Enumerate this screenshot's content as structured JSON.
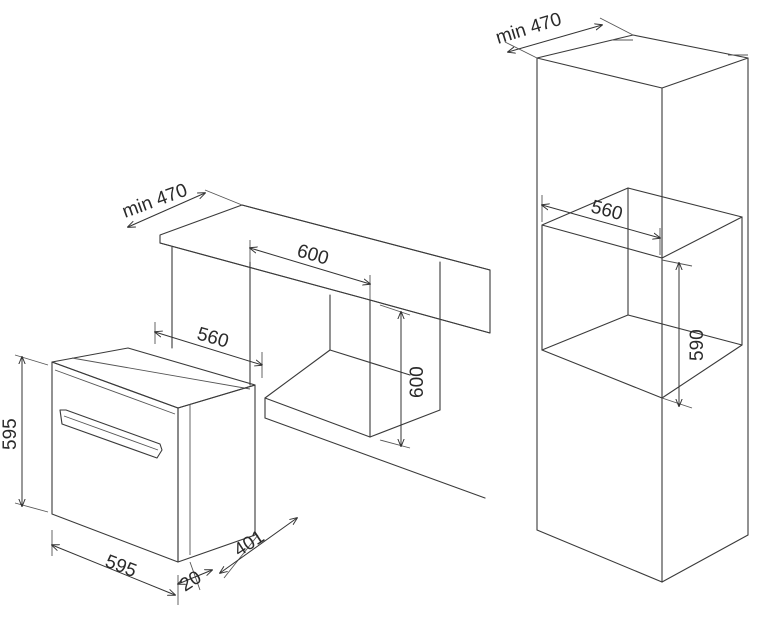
{
  "labels": {
    "left_depth": "min 470",
    "left_width": "560",
    "left_top": "600",
    "left_height": "600",
    "oven_height": "595",
    "oven_width": "595",
    "oven_depth": "401",
    "oven_offset": "20",
    "right_depth": "min 470",
    "right_width": "560",
    "right_height": "590"
  }
}
